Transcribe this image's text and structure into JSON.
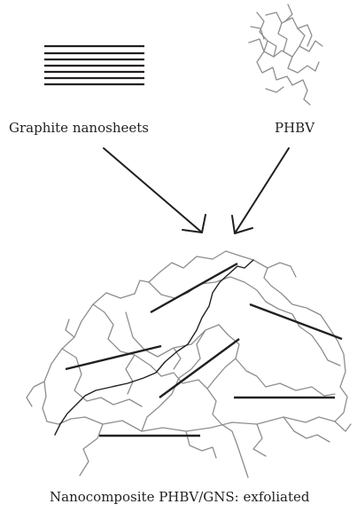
{
  "labels": {
    "graphite": "Graphite nanosheets",
    "phbv": "PHBV",
    "result": "Nanocomposite PHBV/GNS: exfoliated"
  },
  "colors": {
    "sheet": "#231f20",
    "chain": "#9a9a9a",
    "arrow": "#231f20",
    "text": "#231f20"
  }
}
